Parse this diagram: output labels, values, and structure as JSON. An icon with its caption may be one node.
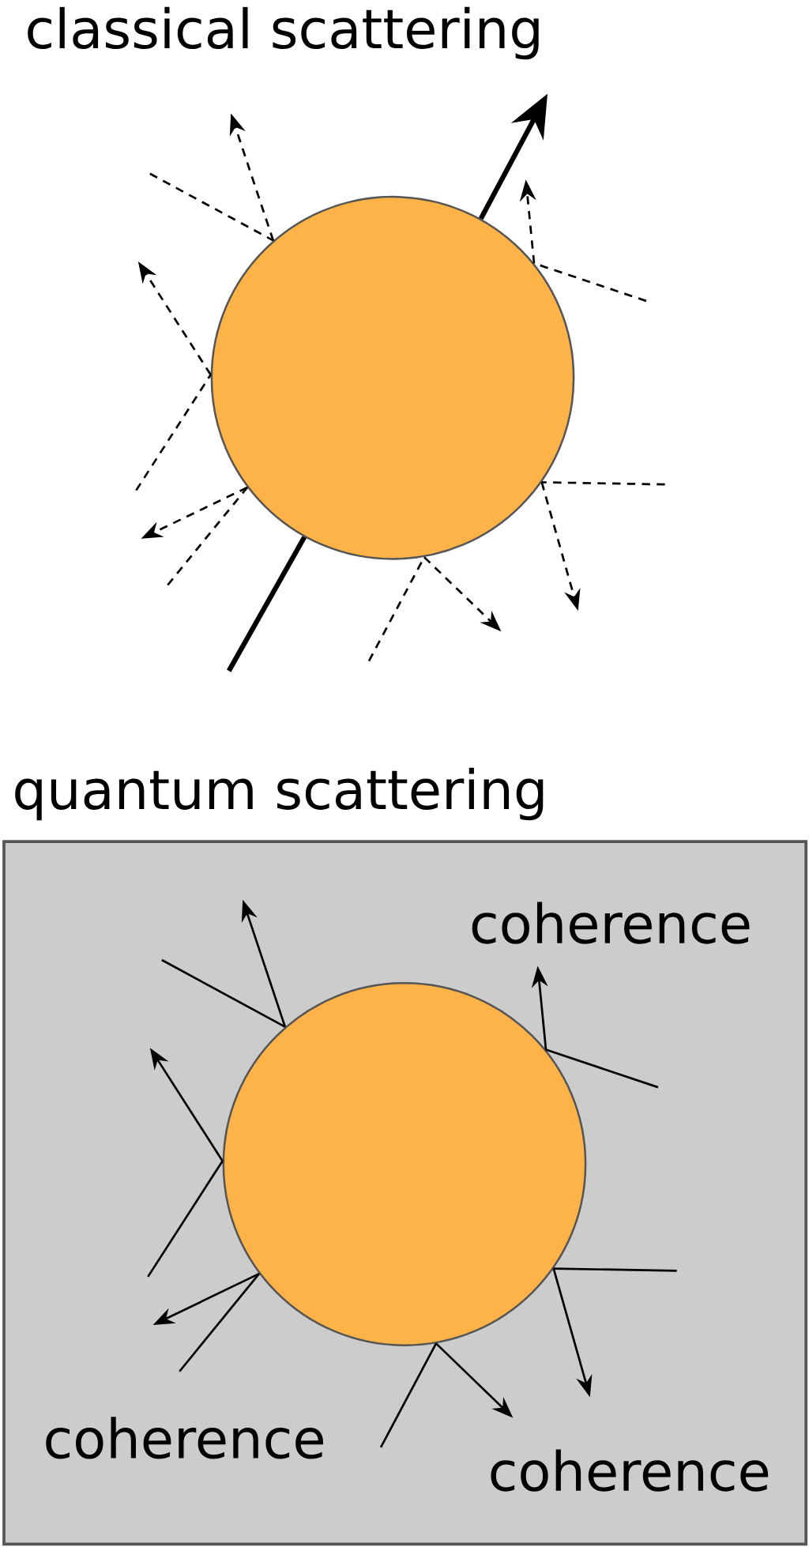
{
  "diagram": {
    "nodes": [
      {
        "text": [],
        "shape": "circle"
      },
      {
        "text": [
          "quantum scattering"
        ]
      },
      {
        "text": [],
        "shape": "circle",
        "in": 1
      }
    ],
    "edges": [
      {
        "from": null,
        "to": 0,
        "arrow": "none",
        "style": "thick"
      },
      {
        "from": 0,
        "to": null,
        "arrow": "to",
        "style": "thick"
      },
      {
        "from": null,
        "to": 0,
        "arrow": "none",
        "style": "dashed"
      },
      {
        "from": 0,
        "to": null,
        "arrow": "to",
        "style": "dashed"
      },
      {
        "from": null,
        "to": 0,
        "arrow": "none",
        "style": "dashed"
      },
      {
        "from": 0,
        "to": null,
        "arrow": "to",
        "style": "dashed"
      },
      {
        "from": null,
        "to": 0,
        "arrow": "none",
        "style": "dashed"
      },
      {
        "from": 0,
        "to": null,
        "arrow": "to",
        "style": "dashed"
      },
      {
        "from": null,
        "to": 0,
        "arrow": "none",
        "style": "dashed"
      },
      {
        "from": 0,
        "to": null,
        "arrow": "to",
        "style": "dashed"
      },
      {
        "from": null,
        "to": 0,
        "arrow": "none",
        "style": "dashed"
      },
      {
        "from": 0,
        "to": null,
        "arrow": "to",
        "style": "dashed"
      },
      {
        "from": null,
        "to": 0,
        "arrow": "none",
        "style": "dashed"
      },
      {
        "from": 0,
        "to": null,
        "arrow": "to",
        "style": "dashed"
      },
      {
        "from": null,
        "to": 2,
        "arrow": "none"
      },
      {
        "from": 2,
        "to": null,
        "arrow": "to"
      },
      {
        "from": null,
        "to": 2,
        "arrow": "none"
      },
      {
        "from": 2,
        "to": null,
        "arrow": "to"
      },
      {
        "from": null,
        "to": 2,
        "arrow": "none"
      },
      {
        "from": 2,
        "to": null,
        "arrow": "to"
      },
      {
        "from": null,
        "to": 2,
        "arrow": "none"
      },
      {
        "from": 2,
        "to": null,
        "arrow": "to"
      },
      {
        "from": null,
        "to": 2,
        "arrow": "none"
      },
      {
        "from": 2,
        "to": null,
        "arrow": "to"
      },
      {
        "from": null,
        "to": 2,
        "arrow": "none"
      },
      {
        "from": 2,
        "to": null,
        "arrow": "to"
      }
    ],
    "labels": [
      "classical scattering",
      "coherence",
      "coherence",
      "coherence"
    ]
  }
}
